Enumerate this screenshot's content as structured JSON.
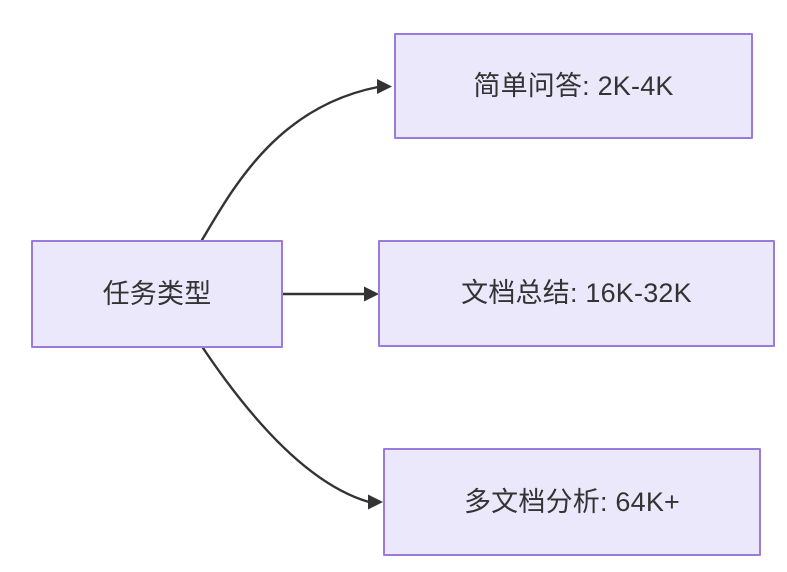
{
  "diagram": {
    "type": "flowchart",
    "direction": "left-to-right",
    "background_color": "#ffffff",
    "node_fill_color": "#ebe8fb",
    "node_border_color": "#9a7bdc",
    "node_text_color": "#333333",
    "edge_color": "#333333",
    "nodes": [
      {
        "id": "task-type",
        "label": "任务类型"
      },
      {
        "id": "simple-qa",
        "label": "简单问答: 2K-4K"
      },
      {
        "id": "doc-summary",
        "label": "文档总结: 16K-32K"
      },
      {
        "id": "multi-doc",
        "label": "多文档分析: 64K+"
      }
    ],
    "edges": [
      {
        "id": "edge-task-to-simple-qa",
        "from": "task-type",
        "to": "simple-qa",
        "label": "",
        "style": "curved-arrow"
      },
      {
        "id": "edge-task-to-doc-summary",
        "from": "task-type",
        "to": "doc-summary",
        "label": "",
        "style": "straight-arrow"
      },
      {
        "id": "edge-task-to-multi-doc",
        "from": "task-type",
        "to": "multi-doc",
        "label": "",
        "style": "curved-arrow"
      }
    ]
  }
}
